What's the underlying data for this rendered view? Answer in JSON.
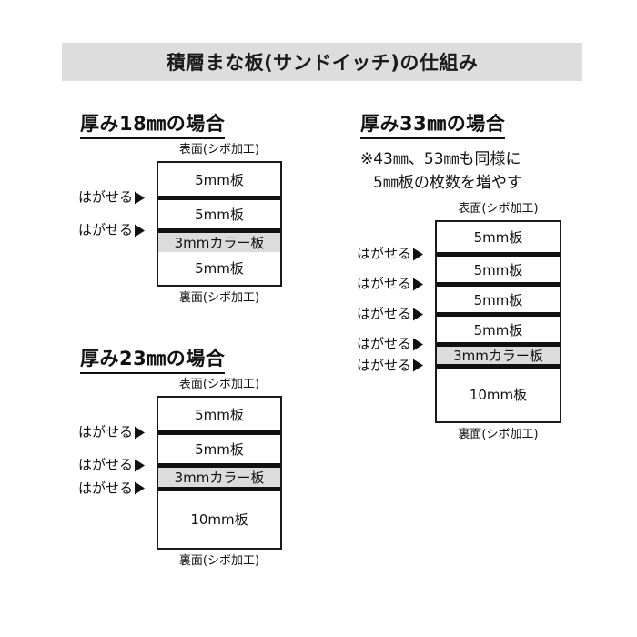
{
  "title": "積層まな板(サンドイッチ)の仕組み",
  "labels": {
    "front_face": "表面(シボ加工)",
    "back_face": "裏面(シボ加工)",
    "peelable": "はがせる",
    "arrow_icon": "right-arrow"
  },
  "sections": [
    {
      "id": "thickness-18",
      "heading": "厚み18㎜の場合",
      "note": null,
      "top_label": "表面(シボ加工)",
      "bottom_label": "裏面(シボ加工)",
      "layers": [
        {
          "label": "5mm板",
          "thickness_mm": 5,
          "color_board": false,
          "peelable_top": false
        },
        {
          "label": "5mm板",
          "thickness_mm": 5,
          "color_board": false,
          "peelable_top": true
        },
        {
          "label": "3mmカラー板",
          "thickness_mm": 3,
          "color_board": true,
          "peelable_top": true
        },
        {
          "label": "5mm板",
          "thickness_mm": 5,
          "color_board": false,
          "peelable_top": false
        }
      ]
    },
    {
      "id": "thickness-23",
      "heading": "厚み23㎜の場合",
      "note": null,
      "top_label": "表面(シボ加工)",
      "bottom_label": "裏面(シボ加工)",
      "layers": [
        {
          "label": "5mm板",
          "thickness_mm": 5,
          "color_board": false,
          "peelable_top": false
        },
        {
          "label": "5mm板",
          "thickness_mm": 5,
          "color_board": false,
          "peelable_top": true
        },
        {
          "label": "3mmカラー板",
          "thickness_mm": 3,
          "color_board": true,
          "peelable_top": true
        },
        {
          "label": "10mm板",
          "thickness_mm": 10,
          "color_board": false,
          "peelable_top": true
        }
      ]
    },
    {
      "id": "thickness-33",
      "heading": "厚み33㎜の場合",
      "note_line1": "※43㎜、53㎜も同様に",
      "note_line2": "5㎜板の枚数を増やす",
      "top_label": "表面(シボ加工)",
      "bottom_label": "裏面(シボ加工)",
      "layers": [
        {
          "label": "5mm板",
          "thickness_mm": 5,
          "color_board": false,
          "peelable_top": false
        },
        {
          "label": "5mm板",
          "thickness_mm": 5,
          "color_board": false,
          "peelable_top": true
        },
        {
          "label": "5mm板",
          "thickness_mm": 5,
          "color_board": false,
          "peelable_top": true
        },
        {
          "label": "5mm板",
          "thickness_mm": 5,
          "color_board": false,
          "peelable_top": true
        },
        {
          "label": "3mmカラー板",
          "thickness_mm": 3,
          "color_board": true,
          "peelable_top": true
        },
        {
          "label": "10mm板",
          "thickness_mm": 10,
          "color_board": false,
          "peelable_top": true
        }
      ]
    }
  ],
  "colors": {
    "banner_bg": "#dddddd",
    "color_board_bg": "#dcdcdc",
    "ink": "#111111",
    "page_bg": "#ffffff"
  }
}
